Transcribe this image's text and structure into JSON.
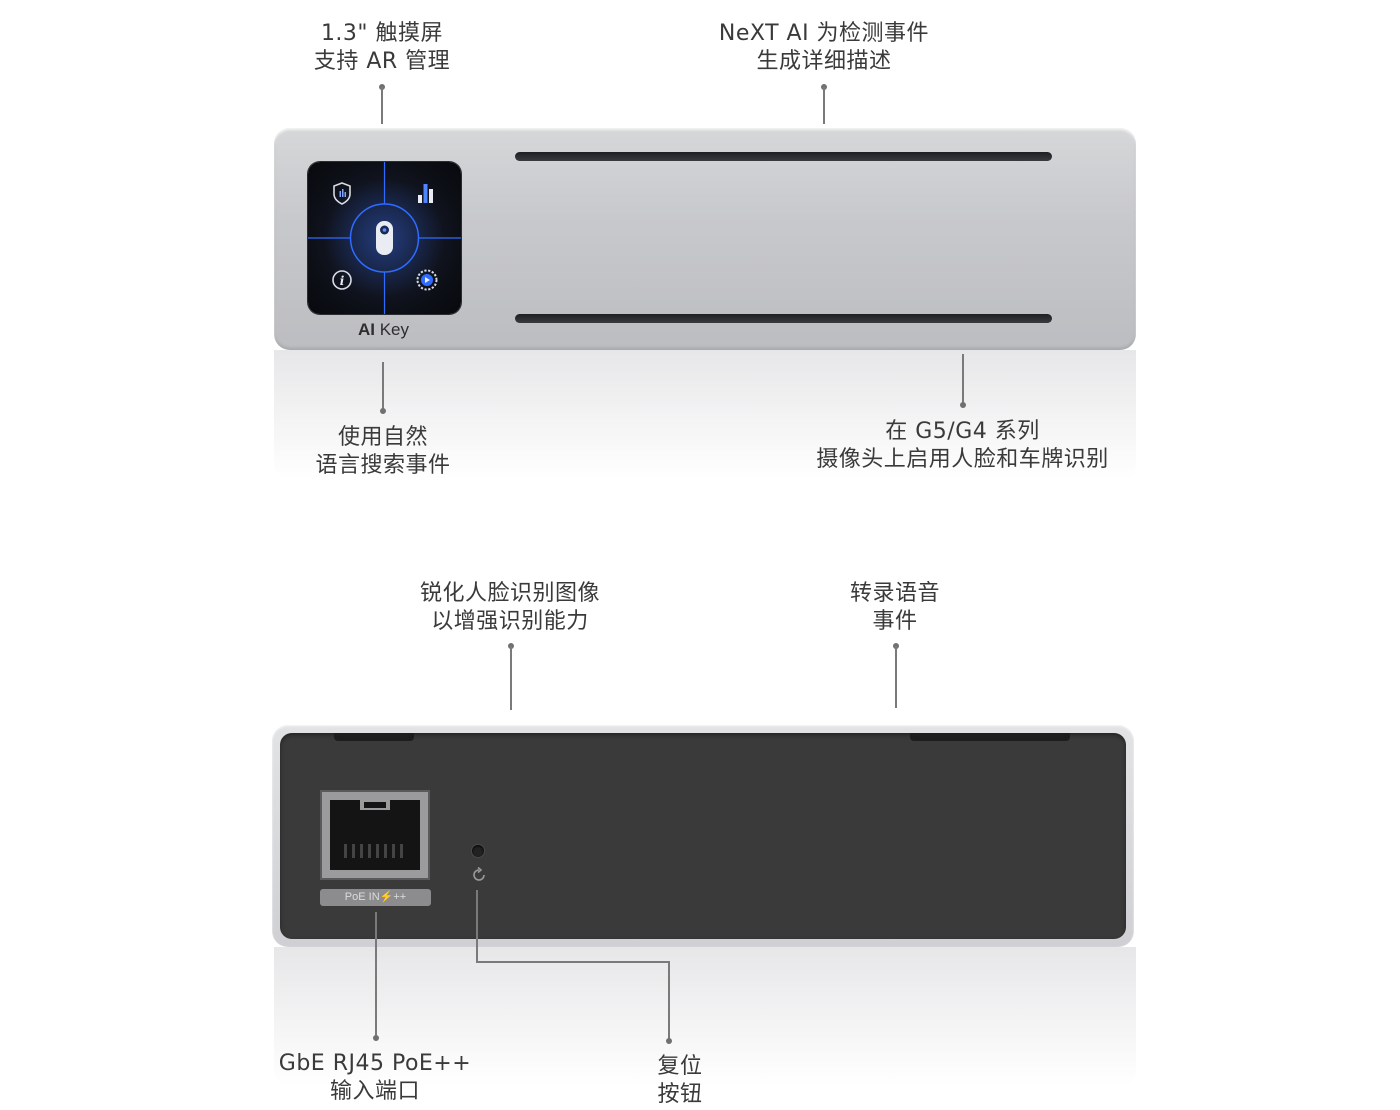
{
  "front": {
    "brand_bold": "AI",
    "brand_rest": " Key",
    "callouts": {
      "touchscreen": [
        "1.3\" 触摸屏",
        "支持 AR 管理"
      ],
      "next_ai": [
        "NeXT AI 为检测事件",
        "生成详细描述"
      ],
      "natural_search": [
        "使用自然",
        "语言搜索事件"
      ],
      "face_plate": [
        "在 G5/G4 系列",
        "摄像头上启用人脸和车牌识别"
      ]
    },
    "screen_icons": [
      "shield-icon",
      "bar-chart-icon",
      "camera-icon",
      "info-icon",
      "gear-icon"
    ]
  },
  "rear": {
    "port_label": "PoE IN",
    "port_label_suffix": "⚡++",
    "callouts": {
      "sharpen": [
        "锐化人脸识别图像",
        "以增强识别能力"
      ],
      "transcribe": [
        "转录语音",
        "事件"
      ],
      "rj45": [
        "GbE RJ45 PoE++",
        "输入端口"
      ],
      "reset": [
        "复位",
        "按钮"
      ]
    }
  },
  "colors": {
    "device_silver": "#c8c9cc",
    "rear_panel": "#3a3a3b",
    "screen_accent": "#2f6bff",
    "leader_line": "#7a7a7a"
  }
}
